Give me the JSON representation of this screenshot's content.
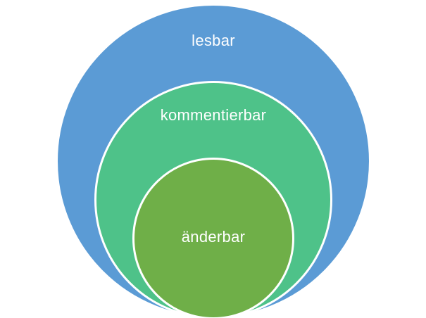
{
  "diagram": {
    "type": "nested-venn",
    "background_color": "#ffffff",
    "stroke_color": "#ffffff",
    "text_color": "#ffffff",
    "levels": [
      {
        "label": "lesbar",
        "color": "#5B9BD5"
      },
      {
        "label": "kommentierbar",
        "color": "#4EC289"
      },
      {
        "label": "änderbar",
        "color": "#6FAF48"
      }
    ]
  }
}
